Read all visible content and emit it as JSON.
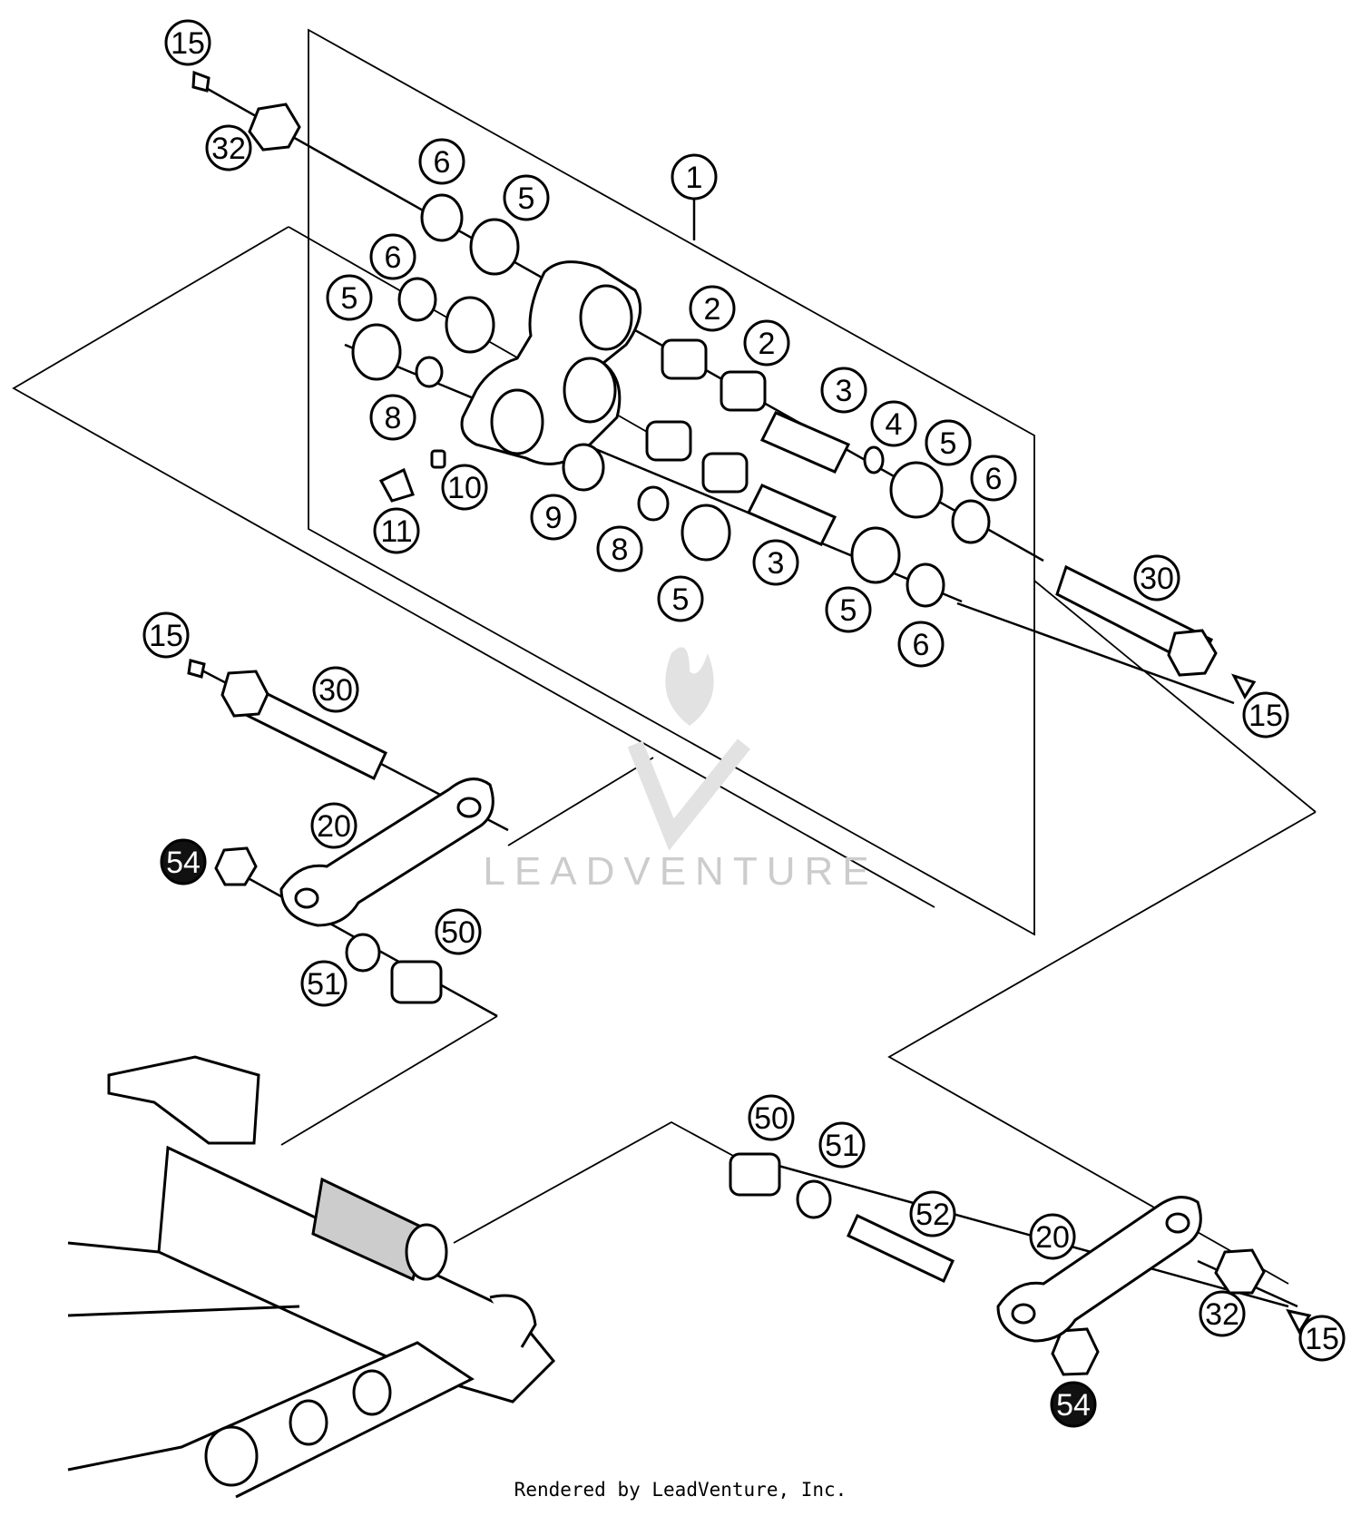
{
  "diagram": {
    "callouts": [
      {
        "id": "c1",
        "label": "1"
      },
      {
        "id": "c2a",
        "label": "2"
      },
      {
        "id": "c2b",
        "label": "2"
      },
      {
        "id": "c3a",
        "label": "3"
      },
      {
        "id": "c3b",
        "label": "3"
      },
      {
        "id": "c4",
        "label": "4"
      },
      {
        "id": "c5a",
        "label": "5"
      },
      {
        "id": "c5b",
        "label": "5"
      },
      {
        "id": "c5c",
        "label": "5"
      },
      {
        "id": "c5d",
        "label": "5"
      },
      {
        "id": "c5e",
        "label": "5"
      },
      {
        "id": "c5f",
        "label": "5"
      },
      {
        "id": "c6a",
        "label": "6"
      },
      {
        "id": "c6b",
        "label": "6"
      },
      {
        "id": "c6c",
        "label": "6"
      },
      {
        "id": "c6d",
        "label": "6"
      },
      {
        "id": "c8a",
        "label": "8"
      },
      {
        "id": "c8b",
        "label": "8"
      },
      {
        "id": "c9",
        "label": "9"
      },
      {
        "id": "c10",
        "label": "10"
      },
      {
        "id": "c11",
        "label": "11"
      },
      {
        "id": "c15a",
        "label": "15"
      },
      {
        "id": "c15b",
        "label": "15"
      },
      {
        "id": "c15c",
        "label": "15"
      },
      {
        "id": "c15d",
        "label": "15"
      },
      {
        "id": "c20a",
        "label": "20"
      },
      {
        "id": "c20b",
        "label": "20"
      },
      {
        "id": "c30a",
        "label": "30"
      },
      {
        "id": "c30b",
        "label": "30"
      },
      {
        "id": "c32a",
        "label": "32"
      },
      {
        "id": "c32b",
        "label": "32"
      },
      {
        "id": "c50a",
        "label": "50"
      },
      {
        "id": "c50b",
        "label": "50"
      },
      {
        "id": "c51a",
        "label": "51"
      },
      {
        "id": "c51b",
        "label": "51"
      },
      {
        "id": "c52",
        "label": "52"
      },
      {
        "id": "c54a",
        "label": "54"
      },
      {
        "id": "c54b",
        "label": "54"
      }
    ],
    "watermark": "LEADVENTURE"
  },
  "footer": {
    "text": "Rendered by LeadVenture, Inc."
  }
}
